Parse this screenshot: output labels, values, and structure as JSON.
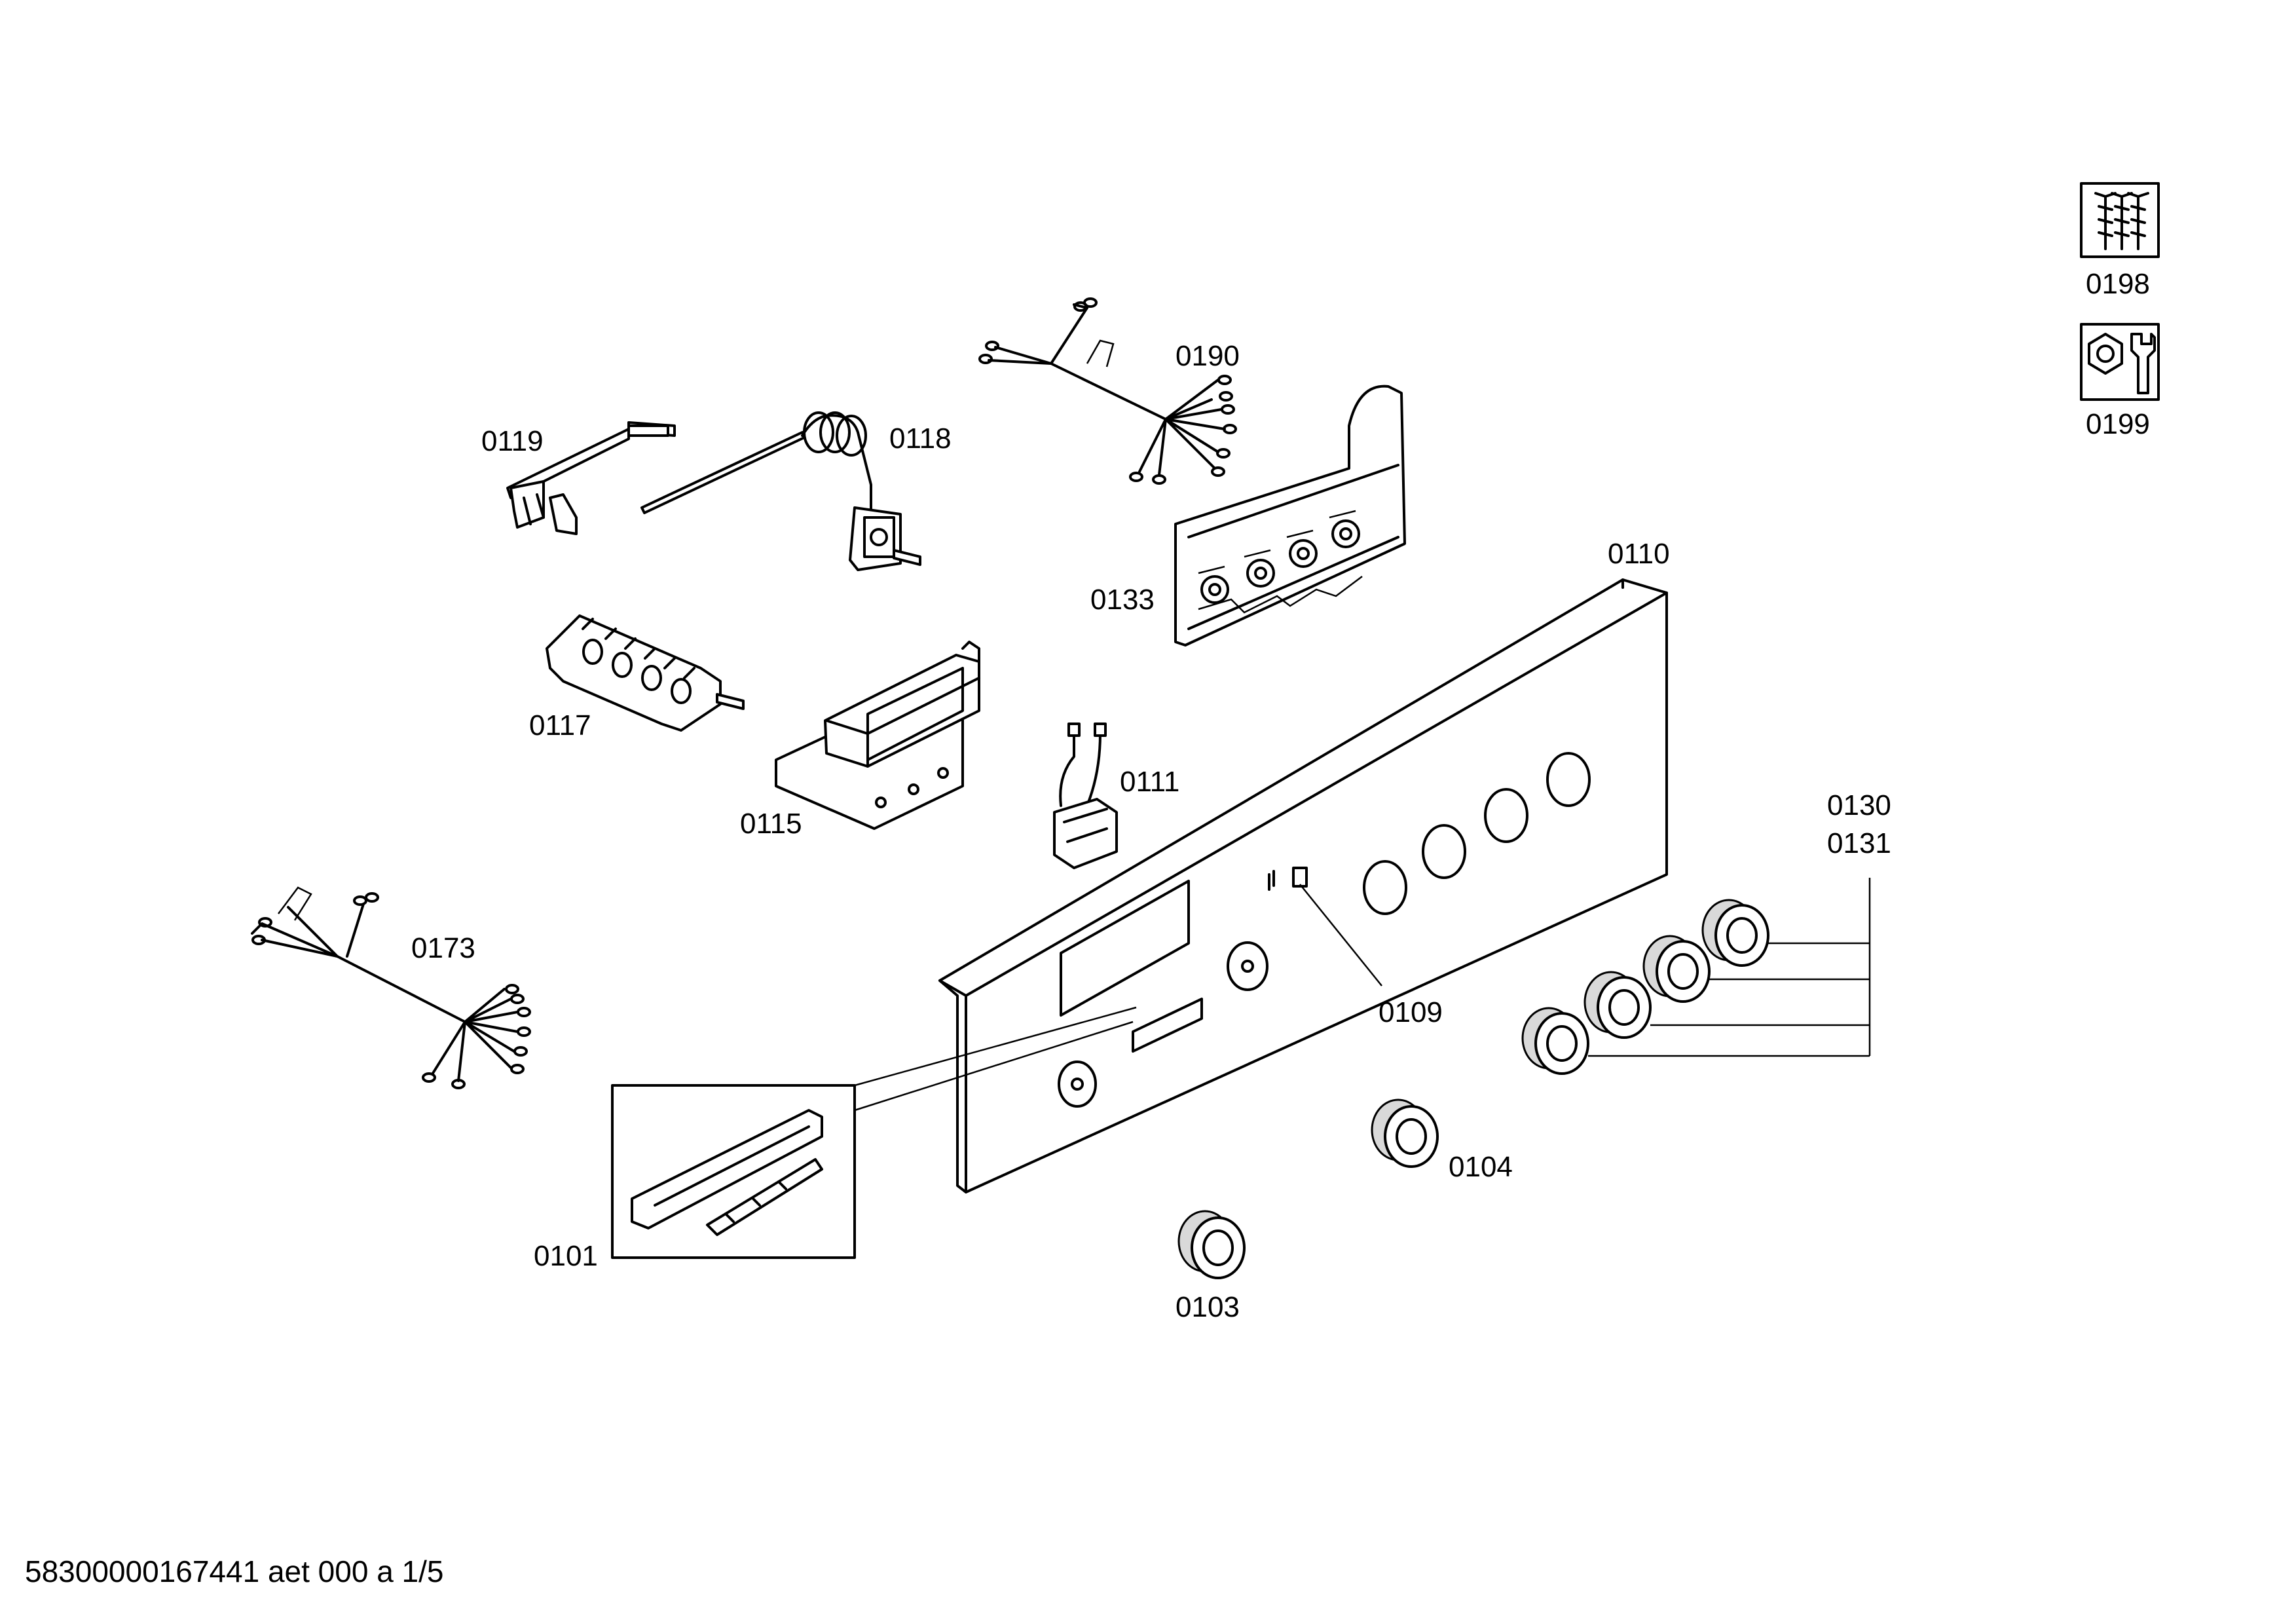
{
  "parts": {
    "p0198": "0198",
    "p0199": "0199",
    "p0190": "0190",
    "p0119": "0119",
    "p0118": "0118",
    "p0133": "0133",
    "p0110": "0110",
    "p0117": "0117",
    "p0111": "0111",
    "p0115": "0115",
    "p0130": "0130",
    "p0131": "0131",
    "p0173": "0173",
    "p0109": "0109",
    "p0104": "0104",
    "p0101": "0101",
    "p0103": "0103"
  },
  "footer": {
    "document_id": "58300000167441 aet 000 a 1/5"
  },
  "icons": {
    "screws": "screws-icon",
    "tools": "wrench-icon"
  }
}
